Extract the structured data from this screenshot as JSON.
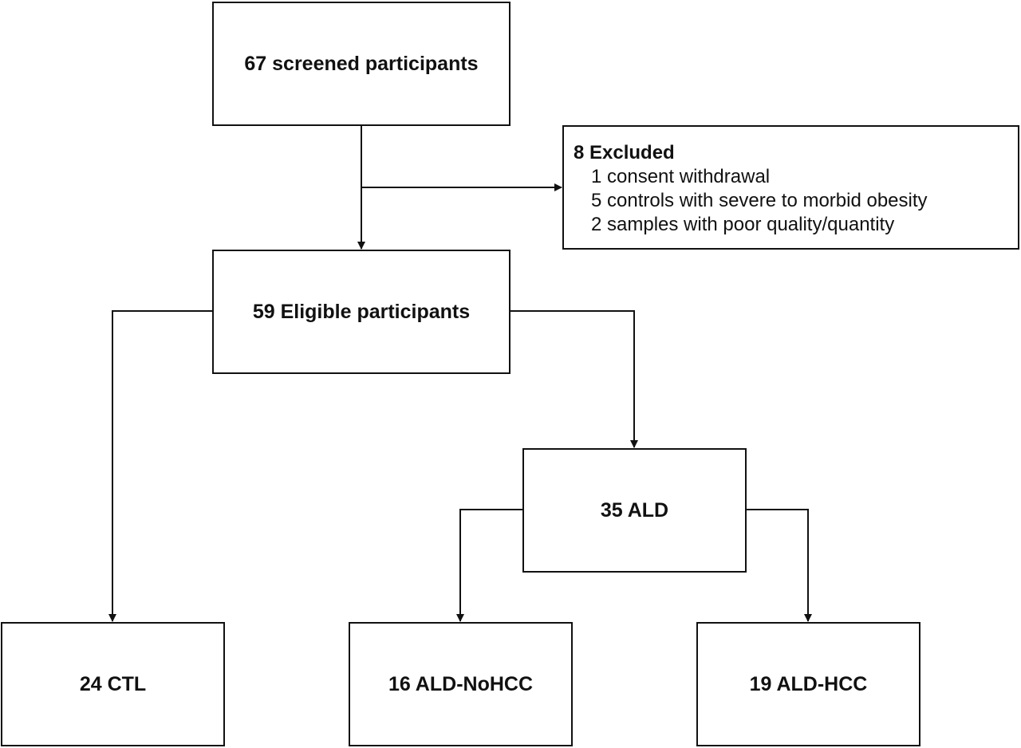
{
  "nodes": {
    "screened": {
      "label": "67 screened participants"
    },
    "excluded": {
      "title": "8 Excluded",
      "reasons": [
        "1 consent withdrawal",
        "5 controls with severe to morbid obesity",
        "2 samples with poor quality/quantity"
      ]
    },
    "eligible": {
      "label": "59 Eligible participants"
    },
    "ald": {
      "label": "35 ALD"
    },
    "ctl": {
      "label": "24 CTL"
    },
    "ald_nohcc": {
      "label": "16 ALD-NoHCC"
    },
    "ald_hcc": {
      "label": "19 ALD-HCC"
    }
  },
  "colors": {
    "line": "#111111",
    "background": "#ffffff"
  }
}
